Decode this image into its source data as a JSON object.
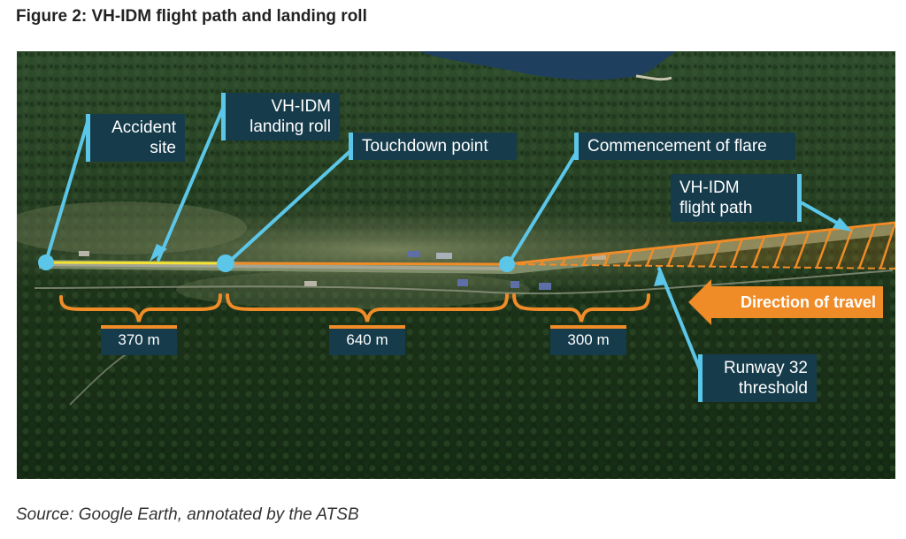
{
  "figure": {
    "title": "Figure 2: VH-IDM flight path and landing roll",
    "source": "Source: Google Earth, annotated by the ATSB"
  },
  "labels": {
    "accident_site_line1": "Accident",
    "accident_site_line2": "site",
    "landing_roll_line1": "VH-IDM",
    "landing_roll_line2": "landing roll",
    "touchdown": "Touchdown point",
    "flare": "Commencement of flare",
    "flight_path_line1": "VH-IDM",
    "flight_path_line2": "flight path",
    "direction": "Direction of travel",
    "threshold_line1": "Runway 32",
    "threshold_line2": "threshold"
  },
  "distances": {
    "landing_roll": "370 m",
    "to_touchdown": "640 m",
    "flare_to_threshold": "300 m"
  },
  "colors": {
    "label_bg": "#163c4c",
    "accent_blue": "#5bc6e8",
    "accent_orange": "#f08c28",
    "roll_yellow": "#f2e232"
  }
}
